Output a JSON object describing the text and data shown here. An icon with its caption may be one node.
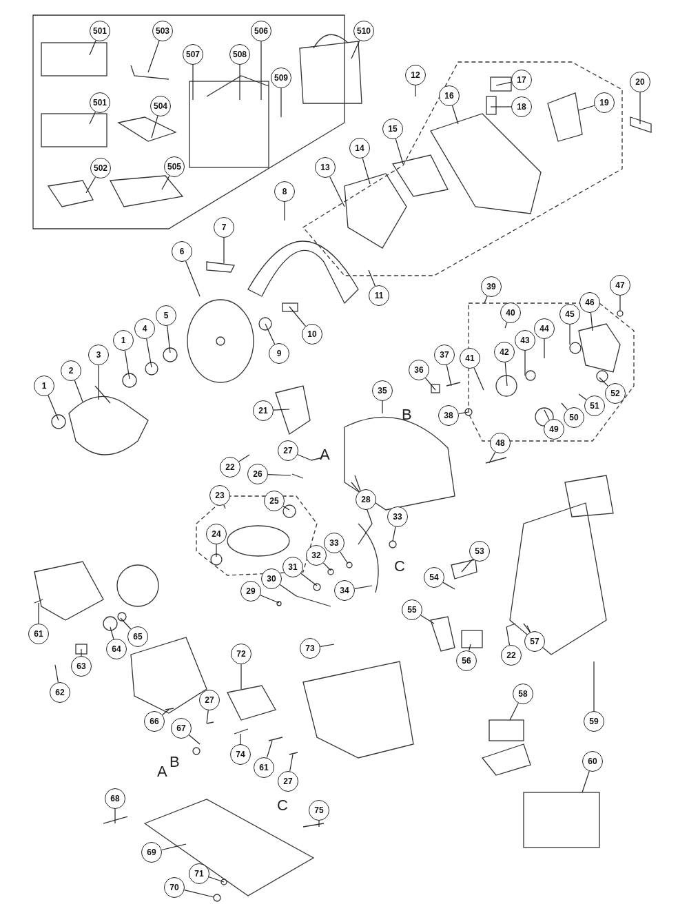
{
  "diagram": {
    "nodes": [
      {
        "text": [
          "501"
        ]
      },
      {
        "text": [
          "503"
        ]
      },
      {
        "text": [
          "506"
        ]
      },
      {
        "text": [
          "507"
        ]
      },
      {
        "text": [
          "508"
        ]
      },
      {
        "text": [
          "510"
        ]
      },
      {
        "text": [
          "509"
        ]
      },
      {
        "text": [
          "501"
        ]
      },
      {
        "text": [
          "504"
        ]
      },
      {
        "text": [
          "502"
        ]
      },
      {
        "text": [
          "505"
        ]
      },
      {
        "text": [
          "12"
        ]
      },
      {
        "text": [
          "17"
        ]
      },
      {
        "text": [
          "20"
        ]
      },
      {
        "text": [
          "16"
        ]
      },
      {
        "text": [
          "18"
        ]
      },
      {
        "text": [
          "19"
        ]
      },
      {
        "text": [
          "15"
        ]
      },
      {
        "text": [
          "14"
        ]
      },
      {
        "text": [
          "13"
        ]
      },
      {
        "text": [
          "8"
        ]
      },
      {
        "text": [
          "7"
        ]
      },
      {
        "text": [
          "6"
        ]
      },
      {
        "text": [
          "39"
        ]
      },
      {
        "text": [
          "47"
        ]
      },
      {
        "text": [
          "11"
        ]
      },
      {
        "text": [
          "46"
        ]
      },
      {
        "text": [
          "40"
        ]
      },
      {
        "text": [
          "5"
        ]
      },
      {
        "text": [
          "44"
        ]
      },
      {
        "text": [
          "45"
        ]
      },
      {
        "text": [
          "4"
        ]
      },
      {
        "text": [
          "10"
        ]
      },
      {
        "text": [
          "43"
        ]
      },
      {
        "text": [
          "1"
        ]
      },
      {
        "text": [
          "42"
        ]
      },
      {
        "text": [
          "3"
        ]
      },
      {
        "text": [
          "9"
        ]
      },
      {
        "text": [
          "41"
        ]
      },
      {
        "text": [
          "37"
        ]
      },
      {
        "text": [
          "2"
        ]
      },
      {
        "text": [
          "36"
        ]
      },
      {
        "text": [
          "1"
        ]
      },
      {
        "text": [
          "35"
        ]
      },
      {
        "text": [
          "52"
        ]
      },
      {
        "text": [
          "51"
        ]
      },
      {
        "text": [
          "21"
        ]
      },
      {
        "text": [
          "38"
        ]
      },
      {
        "text": [
          "50"
        ]
      },
      {
        "text": [
          "49"
        ]
      },
      {
        "text": [
          "48"
        ]
      },
      {
        "text": [
          "27"
        ]
      },
      {
        "text": [
          "22"
        ]
      },
      {
        "text": [
          "26"
        ]
      },
      {
        "text": [
          "23"
        ]
      },
      {
        "text": [
          "25"
        ]
      },
      {
        "text": [
          "28"
        ]
      },
      {
        "text": [
          "33"
        ]
      },
      {
        "text": [
          "24"
        ]
      },
      {
        "text": [
          "33"
        ]
      },
      {
        "text": [
          "53"
        ]
      },
      {
        "text": [
          "32"
        ]
      },
      {
        "text": [
          "31"
        ]
      },
      {
        "text": [
          "54"
        ]
      },
      {
        "text": [
          "30"
        ]
      },
      {
        "text": [
          "34"
        ]
      },
      {
        "text": [
          "29"
        ]
      },
      {
        "text": [
          "55"
        ]
      },
      {
        "text": [
          "61"
        ]
      },
      {
        "text": [
          "65"
        ]
      },
      {
        "text": [
          "22"
        ]
      },
      {
        "text": [
          "64"
        ]
      },
      {
        "text": [
          "57"
        ]
      },
      {
        "text": [
          "63"
        ]
      },
      {
        "text": [
          "56"
        ]
      },
      {
        "text": [
          "62"
        ]
      },
      {
        "text": [
          "73"
        ]
      },
      {
        "text": [
          "72"
        ]
      },
      {
        "text": [
          "58"
        ]
      },
      {
        "text": [
          "27"
        ]
      },
      {
        "text": [
          "66"
        ]
      },
      {
        "text": [
          "59"
        ]
      },
      {
        "text": [
          "67"
        ]
      },
      {
        "text": [
          "74"
        ]
      },
      {
        "text": [
          "60"
        ]
      },
      {
        "text": [
          "61"
        ]
      },
      {
        "text": [
          "27"
        ]
      },
      {
        "text": [
          "68"
        ]
      },
      {
        "text": [
          "75"
        ]
      },
      {
        "text": [
          "69"
        ]
      },
      {
        "text": [
          "71"
        ]
      },
      {
        "text": [
          "70"
        ]
      }
    ],
    "edges": [
      {
        "from": 0,
        "to": null,
        "arrow": "none"
      },
      {
        "from": 1,
        "to": null,
        "arrow": "none"
      },
      {
        "from": 2,
        "to": null,
        "arrow": "none"
      },
      {
        "from": 3,
        "to": null,
        "arrow": "none"
      },
      {
        "from": 4,
        "to": null,
        "arrow": "none"
      },
      {
        "from": 5,
        "to": null,
        "arrow": "none"
      },
      {
        "from": 6,
        "to": null,
        "arrow": "none"
      },
      {
        "from": 7,
        "to": null,
        "arrow": "none"
      },
      {
        "from": 8,
        "to": null,
        "arrow": "none"
      },
      {
        "from": 9,
        "to": null,
        "arrow": "none"
      },
      {
        "from": 10,
        "to": null,
        "arrow": "none"
      },
      {
        "from": 11,
        "to": null,
        "arrow": "none"
      },
      {
        "from": 12,
        "to": null,
        "arrow": "none"
      },
      {
        "from": 13,
        "to": null,
        "arrow": "none"
      },
      {
        "from": 14,
        "to": null,
        "arrow": "none"
      },
      {
        "from": 15,
        "to": null,
        "arrow": "none"
      },
      {
        "from": 16,
        "to": null,
        "arrow": "none"
      },
      {
        "from": 17,
        "to": null,
        "arrow": "none"
      },
      {
        "from": 18,
        "to": null,
        "arrow": "none"
      },
      {
        "from": 19,
        "to": null,
        "arrow": "none"
      },
      {
        "from": 20,
        "to": null,
        "arrow": "none"
      },
      {
        "from": 21,
        "to": null,
        "arrow": "none"
      },
      {
        "from": 22,
        "to": null,
        "arrow": "none"
      },
      {
        "from": 23,
        "to": null,
        "arrow": "none"
      },
      {
        "from": 24,
        "to": null,
        "arrow": "none"
      },
      {
        "from": 25,
        "to": null,
        "arrow": "none"
      },
      {
        "from": 26,
        "to": null,
        "arrow": "none"
      },
      {
        "from": 27,
        "to": null,
        "arrow": "none"
      },
      {
        "from": 28,
        "to": null,
        "arrow": "none"
      },
      {
        "from": 29,
        "to": null,
        "arrow": "none"
      },
      {
        "from": 30,
        "to": null,
        "arrow": "none"
      },
      {
        "from": 31,
        "to": null,
        "arrow": "none"
      },
      {
        "from": 32,
        "to": null,
        "arrow": "none"
      },
      {
        "from": 33,
        "to": null,
        "arrow": "none"
      },
      {
        "from": 34,
        "to": null,
        "arrow": "none"
      },
      {
        "from": 35,
        "to": null,
        "arrow": "none"
      },
      {
        "from": 36,
        "to": null,
        "arrow": "none"
      },
      {
        "from": 37,
        "to": null,
        "arrow": "none"
      },
      {
        "from": 38,
        "to": null,
        "arrow": "none"
      },
      {
        "from": 39,
        "to": null,
        "arrow": "none"
      },
      {
        "from": 40,
        "to": null,
        "arrow": "none"
      },
      {
        "from": 41,
        "to": null,
        "arrow": "none"
      },
      {
        "from": 42,
        "to": null,
        "arrow": "none"
      },
      {
        "from": 43,
        "to": null,
        "arrow": "none"
      },
      {
        "from": 44,
        "to": null,
        "arrow": "none"
      },
      {
        "from": 45,
        "to": null,
        "arrow": "none"
      },
      {
        "from": 46,
        "to": null,
        "arrow": "none"
      },
      {
        "from": 47,
        "to": null,
        "arrow": "none"
      },
      {
        "from": 48,
        "to": null,
        "arrow": "none"
      },
      {
        "from": 49,
        "to": null,
        "arrow": "none"
      },
      {
        "from": 50,
        "to": null,
        "arrow": "none"
      },
      {
        "from": 51,
        "to": null,
        "arrow": "none"
      },
      {
        "from": 52,
        "to": null,
        "arrow": "none"
      },
      {
        "from": 53,
        "to": null,
        "arrow": "none"
      },
      {
        "from": 54,
        "to": null,
        "arrow": "none"
      },
      {
        "from": 55,
        "to": null,
        "arrow": "none"
      },
      {
        "from": 56,
        "to": null,
        "arrow": "none"
      },
      {
        "from": 57,
        "to": null,
        "arrow": "none"
      },
      {
        "from": 58,
        "to": null,
        "arrow": "none"
      },
      {
        "from": 59,
        "to": null,
        "arrow": "none"
      },
      {
        "from": 60,
        "to": null,
        "arrow": "none"
      },
      {
        "from": 61,
        "to": null,
        "arrow": "none"
      },
      {
        "from": 62,
        "to": null,
        "arrow": "none"
      },
      {
        "from": 63,
        "to": null,
        "arrow": "none"
      },
      {
        "from": 64,
        "to": null,
        "arrow": "none"
      },
      {
        "from": 65,
        "to": null,
        "arrow": "none"
      },
      {
        "from": 66,
        "to": null,
        "arrow": "none"
      },
      {
        "from": 67,
        "to": null,
        "arrow": "none"
      },
      {
        "from": 68,
        "to": null,
        "arrow": "none"
      },
      {
        "from": 69,
        "to": null,
        "arrow": "none"
      },
      {
        "from": 70,
        "to": null,
        "arrow": "none"
      },
      {
        "from": 71,
        "to": null,
        "arrow": "none"
      },
      {
        "from": 72,
        "to": null,
        "arrow": "none"
      },
      {
        "from": 73,
        "to": null,
        "arrow": "none"
      },
      {
        "from": 74,
        "to": null,
        "arrow": "none"
      },
      {
        "from": 75,
        "to": null,
        "arrow": "none"
      },
      {
        "from": 76,
        "to": null,
        "arrow": "none"
      },
      {
        "from": 77,
        "to": null,
        "arrow": "none"
      },
      {
        "from": 78,
        "to": null,
        "arrow": "none"
      },
      {
        "from": 79,
        "to": null,
        "arrow": "none"
      },
      {
        "from": 80,
        "to": null,
        "arrow": "none"
      },
      {
        "from": 81,
        "to": null,
        "arrow": "none"
      },
      {
        "from": 82,
        "to": null,
        "arrow": "none"
      },
      {
        "from": 83,
        "to": null,
        "arrow": "none"
      },
      {
        "from": 84,
        "to": null,
        "arrow": "none"
      },
      {
        "from": 85,
        "to": null,
        "arrow": "none"
      },
      {
        "from": 86,
        "to": null,
        "arrow": "none"
      },
      {
        "from": 87,
        "to": null,
        "arrow": "none"
      },
      {
        "from": 88,
        "to": null,
        "arrow": "none"
      },
      {
        "from": 89,
        "to": null,
        "arrow": "none"
      },
      {
        "from": 90,
        "to": null,
        "arrow": "none"
      },
      {
        "from": 91,
        "to": null,
        "arrow": "none"
      }
    ],
    "labels": [
      "B",
      "A",
      "C",
      "B",
      "A",
      "C"
    ]
  }
}
